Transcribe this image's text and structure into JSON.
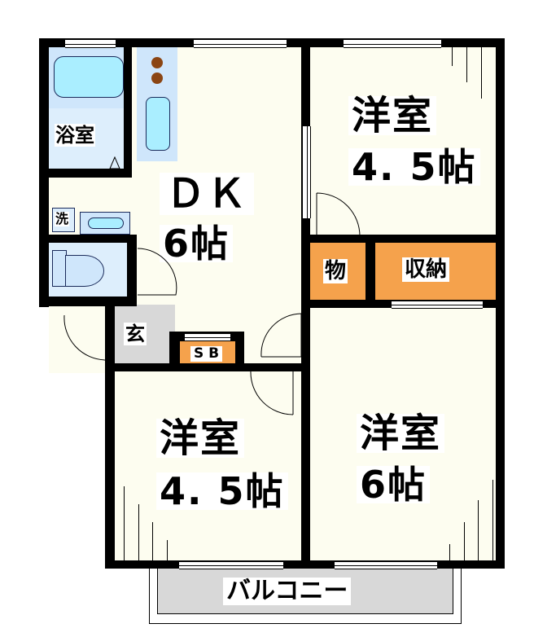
{
  "floorplan": {
    "rooms": {
      "bath": {
        "label": "浴室"
      },
      "dk": {
        "label_line1": "ＤＫ",
        "label_line2": "6帖"
      },
      "western_ne": {
        "label_line1": "洋室",
        "label_line2": "4. 5帖"
      },
      "western_sw": {
        "label_line1": "洋室",
        "label_line2": "4. 5帖"
      },
      "western_se": {
        "label_line1": "洋室",
        "label_line2": "6帖"
      },
      "storage_small": {
        "label": "物"
      },
      "closet": {
        "label": "収納"
      },
      "entrance": {
        "label": "玄"
      },
      "shoe_box": {
        "label": "S B"
      },
      "washer": {
        "label": "洗"
      },
      "balcony": {
        "label": "バルコニー"
      }
    },
    "colors": {
      "wall": "#000000",
      "floor": "#fdfdf0",
      "wet_area": "#cfe6fb",
      "fixture": "#aaeeff",
      "storage": "#f5a24c",
      "entrance": "#d8d8d8",
      "balcony": "#d8d8d8",
      "stove_burner": "#8b4513"
    }
  }
}
